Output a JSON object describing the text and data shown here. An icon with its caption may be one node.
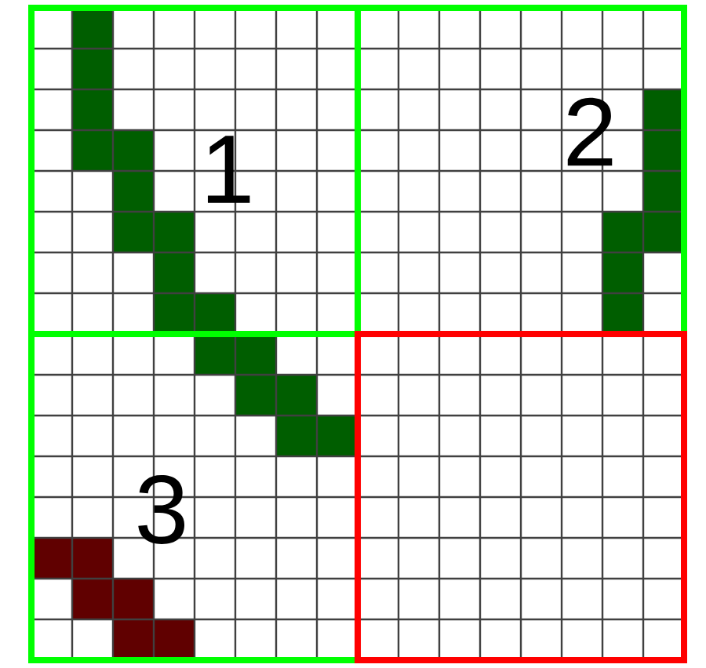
{
  "diagram": {
    "nodes": [
      {
        "text": [
          "1"
        ]
      },
      {
        "text": [
          "2"
        ]
      },
      {
        "text": [
          "3"
        ]
      },
      {
        "text": [],
        "shape": "box"
      }
    ]
  }
}
